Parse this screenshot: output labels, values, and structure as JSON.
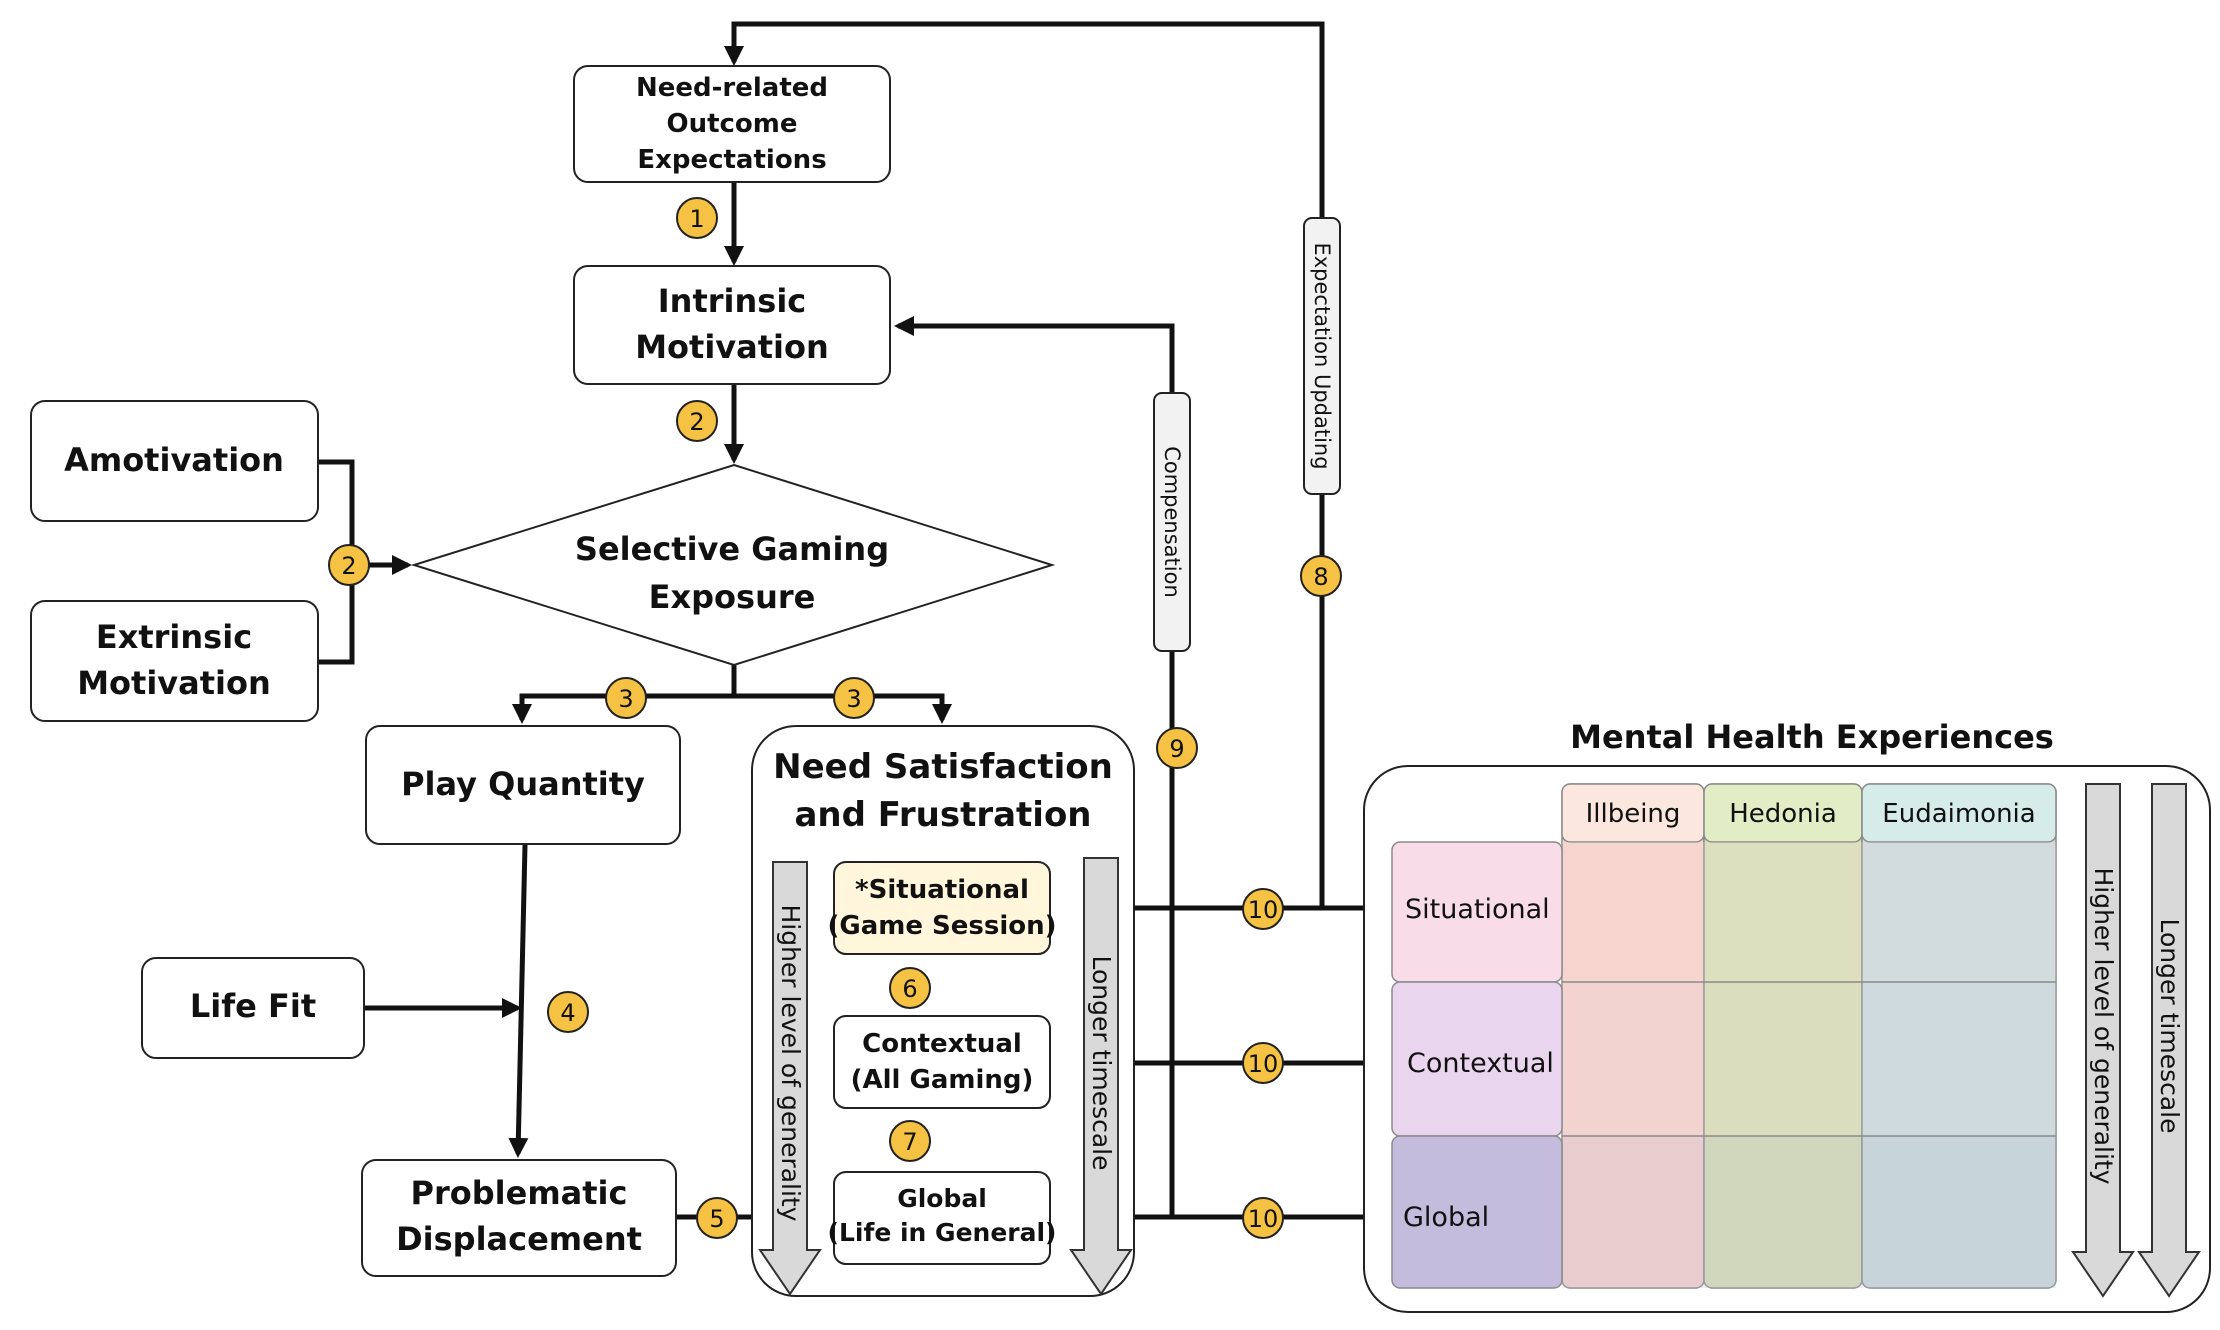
{
  "nodes": {
    "outcome_expectations": [
      "Need-related",
      "Outcome",
      "Expectations"
    ],
    "intrinsic_motivation": [
      "Intrinsic",
      "Motivation"
    ],
    "amotivation": [
      "Amotivation"
    ],
    "extrinsic_motivation": [
      "Extrinsic",
      "Motivation"
    ],
    "selective_gaming_exposure": [
      "Selective Gaming",
      "Exposure"
    ],
    "play_quantity": [
      "Play Quantity"
    ],
    "life_fit": [
      "Life Fit"
    ],
    "problematic_displacement": [
      "Problematic",
      "Displacement"
    ]
  },
  "need_panel": {
    "title": [
      "Need Satisfaction",
      "and Frustration"
    ],
    "situational": [
      "*Situational",
      "(Game Session)"
    ],
    "contextual": [
      "Contextual",
      "(All Gaming)"
    ],
    "global": [
      "Global",
      "(Life in General)"
    ],
    "left_arrow": "Higher level of generality",
    "right_arrow": "Longer timescale"
  },
  "side_labels": {
    "compensation": "Compensation",
    "expectation_updating": "Expectation Updating"
  },
  "badges": [
    "1",
    "2",
    "2",
    "3",
    "3",
    "4",
    "5",
    "6",
    "7",
    "8",
    "9",
    "10",
    "10",
    "10"
  ],
  "mental_health": {
    "title": "Mental Health Experiences",
    "columns": [
      "Illbeing",
      "Hedonia",
      "Eudaimonia"
    ],
    "rows": [
      "Situational",
      "Contextual",
      "Global"
    ],
    "left_arrow": "Higher level of generality",
    "right_arrow": "Longer timescale"
  },
  "colors": {
    "badge": "#F6C243",
    "situational_box": "#FFF6DC",
    "row_situational": "#F8DDE9",
    "row_contextual": "#EAD5EE",
    "row_global": "#C4BCDC",
    "illbeing": "#F6D2C8",
    "hedonia": "#D6E0B2",
    "eudaimonia": "#C8DCDA",
    "illbeing_head": "#FBE7DE",
    "hedonia_head": "#E2EDC6",
    "eudaimonia_head": "#D6ECE8"
  }
}
